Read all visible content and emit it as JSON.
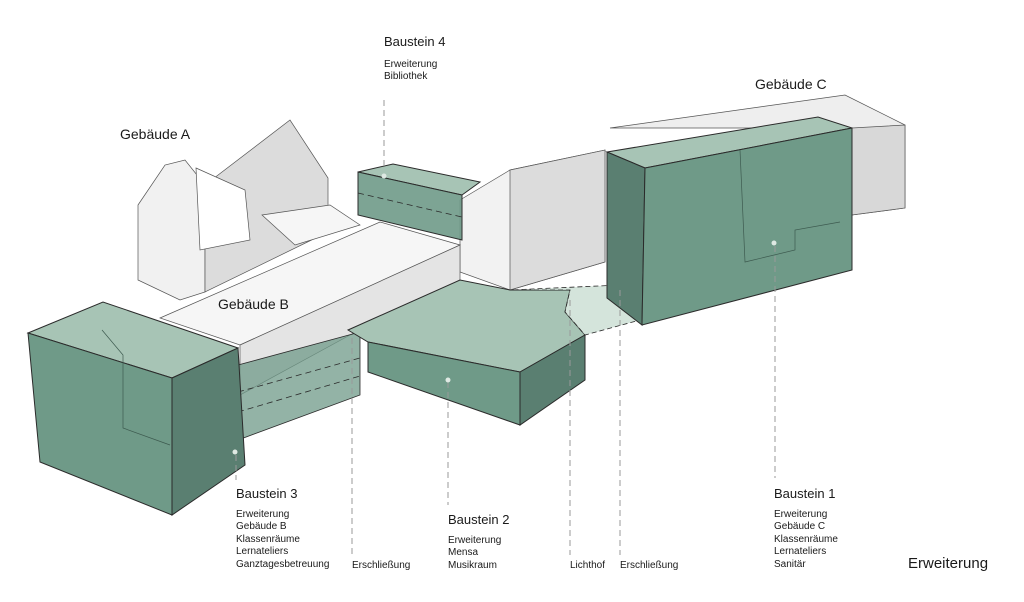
{
  "buildings": {
    "a": "Gebäude A",
    "b": "Gebäude B",
    "c": "Gebäude C"
  },
  "modules": [
    {
      "title": "Baustein 4",
      "lines": [
        "Erweiterung",
        "Bibliothek"
      ]
    },
    {
      "title": "Baustein 3",
      "lines": [
        "Erweiterung",
        "Gebäude B",
        "Klassenräume",
        "Lernateliers",
        "Ganztagesbetreuung"
      ]
    },
    {
      "title": "Baustein 2",
      "lines": [
        "Erweiterung",
        "Mensa",
        "Musikraum"
      ]
    },
    {
      "title": "Baustein 1",
      "lines": [
        "Erweiterung",
        "Gebäude C",
        "Klassenräume",
        "Lernateliers",
        "Sanitär"
      ]
    }
  ],
  "annotations": {
    "erschliessung_left": "Erschließung",
    "lichthof": "Lichthof",
    "erschliessung_right": "Erschließung"
  },
  "legend": "Erweiterung",
  "colors": {
    "extension_front": "#6f9a88",
    "extension_top": "#a7c4b5",
    "extension_side": "#5a7f71",
    "existing_light": "#f4f4f4",
    "existing_mid": "#e2e2e2",
    "existing_dark": "#d0d0d0",
    "edge": "#2b2b2b",
    "leader": "#9a9a9a"
  }
}
